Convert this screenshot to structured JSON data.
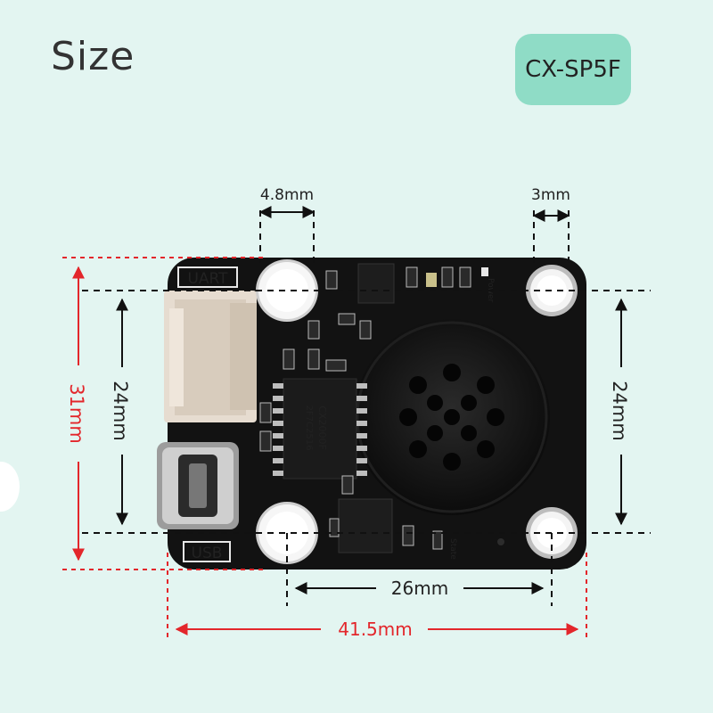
{
  "header": {
    "title": "Size",
    "model": "CX-SP5F"
  },
  "board": {
    "silkscreen": {
      "uart": "UART",
      "usb": "USB",
      "power": "Power",
      "state": "State",
      "chip_top": "CX2000F",
      "chip_bottom": "2F7C2516"
    }
  },
  "dimensions": {
    "hole_diameter": "4.8mm",
    "edge_margin": "3mm",
    "hole_vertical_left": "24mm",
    "hole_vertical_right": "24mm",
    "board_height": "31mm",
    "hole_horizontal": "26mm",
    "board_width": "41.5mm"
  },
  "colors": {
    "background": "#e3f5f1",
    "badge": "#8fdcc6",
    "dimension_red": "#e3262b",
    "pcb": "#121212"
  }
}
